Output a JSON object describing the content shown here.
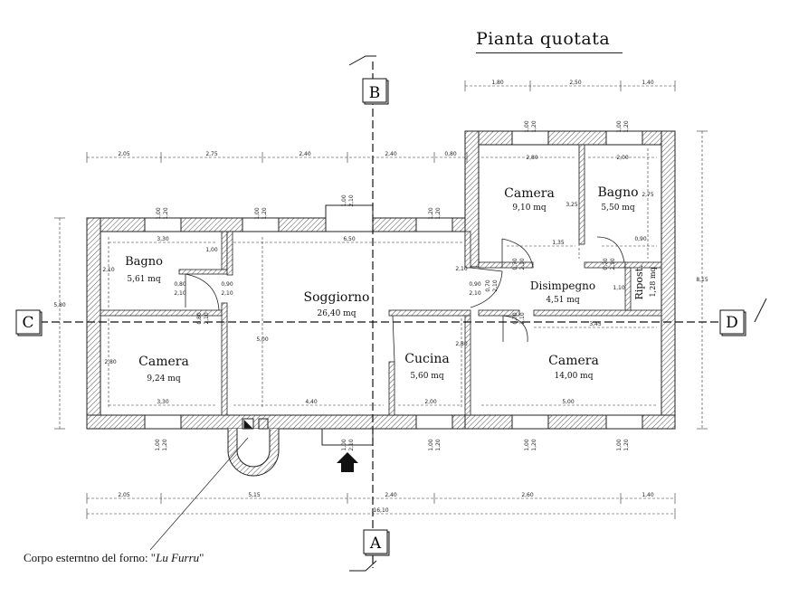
{
  "title": "Pianta quotata",
  "rooms": {
    "bagno_left": {
      "name": "Bagno",
      "area": "5,61 mq"
    },
    "camera_left": {
      "name": "Camera",
      "area": "9,24 mq"
    },
    "soggiorno": {
      "name": "Soggiorno",
      "area": "26,40 mq"
    },
    "cucina": {
      "name": "Cucina",
      "area": "5,60 mq"
    },
    "camera_top": {
      "name": "Camera",
      "area": "9,10 mq"
    },
    "bagno_top": {
      "name": "Bagno",
      "area": "5,50 mq"
    },
    "disimpegno": {
      "name": "Disimpegno",
      "area": "4,51 mq"
    },
    "riposti": {
      "name": "Ripost.",
      "area": "1,28 mq"
    },
    "camera_right": {
      "name": "Camera",
      "area": "14,00 mq"
    }
  },
  "sections": {
    "a": "A",
    "b": "B",
    "c": "C",
    "d": "D"
  },
  "dims": {
    "top": [
      "2,05",
      "2,75",
      "2,40",
      "2,40",
      "0,80"
    ],
    "top_right": [
      "1,80",
      "2,50",
      "1,40"
    ],
    "bottom": [
      "2,05",
      "5,15",
      "2,40",
      "2,60",
      "1,40"
    ],
    "total": "16,10",
    "left_total": "5,80",
    "right_total": "8,15",
    "interior": {
      "bagno_w": "3,30",
      "bagno_h": "2,10",
      "bagno_step": "1,00",
      "camera_l_w": "3,30",
      "camera_l_h": "2,80",
      "sogg_w": "6,50",
      "sogg_h": "5,00",
      "sogg_bottom": "4,40",
      "cucina_w": "2,00",
      "cucina_h": "2,80",
      "cucina_left": "2,10",
      "camera_t_w": "2,80",
      "camera_t_h": "3,25",
      "camera_t_step": "1,35",
      "bagno_t_w": "2,00",
      "bagno_t_h": "2,75",
      "bagno_t_step": "0,90",
      "dis_h": "1,10",
      "camera_r_w": "5,00",
      "camera_r_step": "3,45"
    },
    "door_a": "0,80",
    "door_a2": "2,10",
    "door_b": "0,90",
    "door_b2": "2,10",
    "door_c": "0,90",
    "door_c2": "2,10",
    "door_v": "0,80",
    "door_v2": "2,10",
    "door_t": "0,70",
    "door_t2": "2,10",
    "win_a": "1,00",
    "win_b": "1,20",
    "win_wide": "1,80"
  },
  "caption_text": "Corpo esterntno del forno: \"",
  "caption_italic": "Lu Furru",
  "caption_end": "\""
}
